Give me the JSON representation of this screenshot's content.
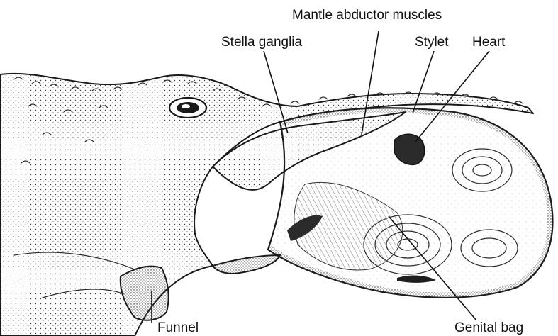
{
  "labels": {
    "mantle_abductor_muscles": "Mantle abductor muscles",
    "stella_ganglia": "Stella ganglia",
    "stylet": "Stylet",
    "heart": "Heart",
    "funnel": "Funnel",
    "genital_bag": "Genital bag"
  },
  "colors": {
    "ink": "#1a1a1a",
    "stipple": "#3a3a3a",
    "heart_fill": "#2b2b2b",
    "background": "#ffffff"
  }
}
